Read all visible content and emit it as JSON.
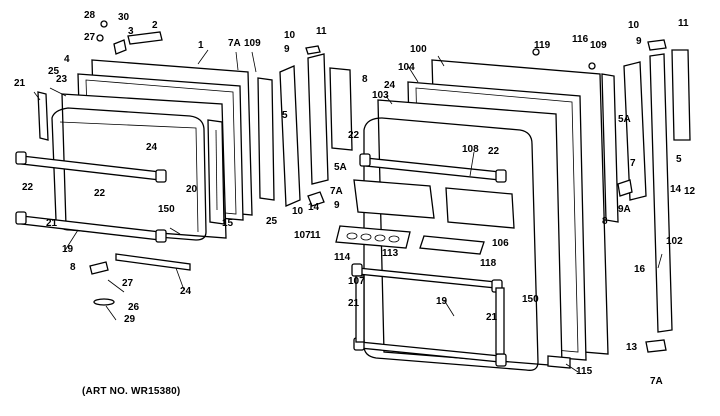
{
  "art_number": "(ART NO. WR15380)",
  "callouts": {
    "left_door": [
      "28",
      "30",
      "27",
      "3",
      "2",
      "1",
      "7A",
      "109",
      "10",
      "11",
      "9",
      "8",
      "5",
      "5A",
      "15",
      "25",
      "4",
      "23",
      "24",
      "22",
      "22",
      "20",
      "150",
      "21",
      "19",
      "21",
      "25",
      "14",
      "107",
      "11",
      "7A",
      "9",
      "10",
      "8",
      "27",
      "26",
      "29",
      "24"
    ],
    "right_door": [
      "100",
      "104",
      "103",
      "24",
      "119",
      "116",
      "109",
      "10",
      "11",
      "9",
      "22",
      "108",
      "22",
      "5A",
      "7",
      "8",
      "9A",
      "14",
      "12",
      "5",
      "102",
      "16",
      "106",
      "113",
      "114",
      "118",
      "107",
      "21",
      "150",
      "19",
      "21",
      "115",
      "13",
      "7A"
    ]
  }
}
